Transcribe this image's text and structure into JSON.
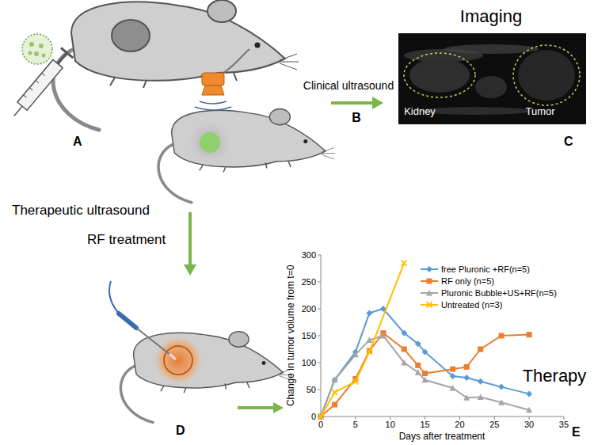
{
  "diagram": {
    "labels": [
      "A",
      "Clinical ultrasound",
      "B",
      "Imaging",
      "Kidney",
      "Tumor",
      "C",
      "Therapeutic ultrasound",
      "RF treatment",
      "D",
      "Therapy",
      "E",
      "0",
      "50",
      "100",
      "150",
      "200",
      "250",
      "300",
      "0",
      "5",
      "10",
      "15",
      "20",
      "25",
      "30",
      "35",
      "Days after treatment",
      "Change in tumor volume from t=0"
    ],
    "legend": [
      {
        "text": "free Pluronic +RF(n=5)"
      },
      {
        "text": "RF only (n=5)"
      },
      {
        "text": "Pluronic Bubble+US+RF(n=5)"
      },
      {
        "text": "Untreated (n=3)"
      }
    ]
  }
}
